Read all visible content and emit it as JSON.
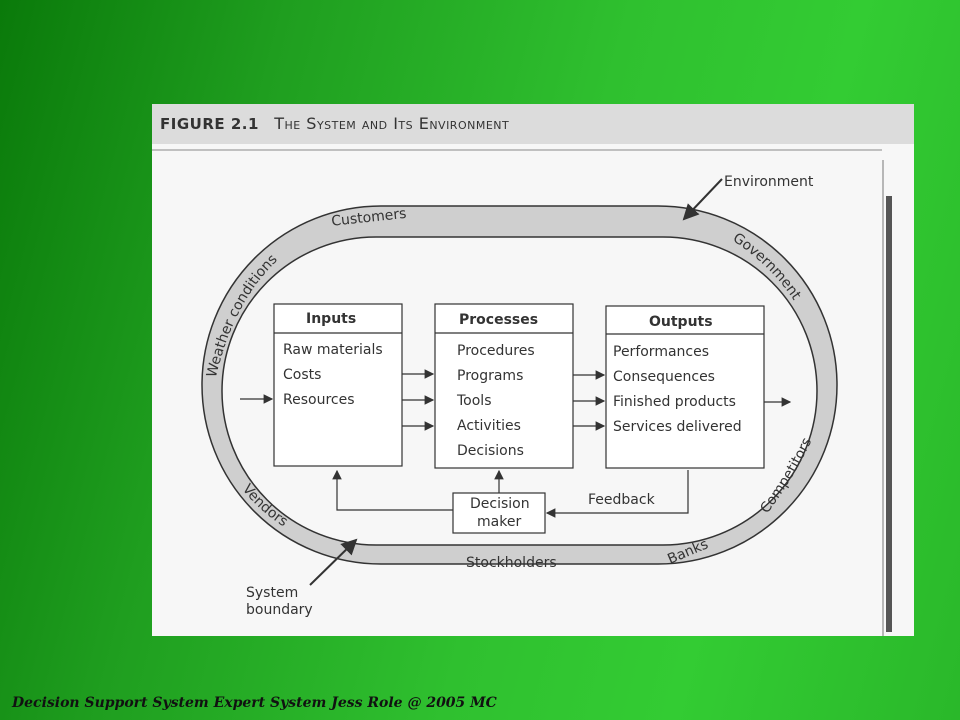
{
  "figure": {
    "number": "FIGURE 2.1",
    "title": "The System and Its Environment"
  },
  "diagram": {
    "environment_label": "Environment",
    "ring_labels": {
      "customers": "Customers",
      "government": "Government",
      "weather": "Weather conditions",
      "vendors": "Vendors",
      "stockholders": "Stockholders",
      "banks": "Banks",
      "competitors": "Competitors"
    },
    "boxes": {
      "inputs": {
        "title": "Inputs",
        "items": [
          "Raw materials",
          "Costs",
          "Resources"
        ]
      },
      "processes": {
        "title": "Processes",
        "items": [
          "Procedures",
          "Programs",
          "Tools",
          "Activities",
          "Decisions"
        ]
      },
      "outputs": {
        "title": "Outputs",
        "items": [
          "Performances",
          "Consequences",
          "Finished products",
          "Services delivered"
        ]
      }
    },
    "decision_maker": [
      "Decision",
      "maker"
    ],
    "feedback_label": "Feedback",
    "system_boundary": [
      "System",
      "boundary"
    ]
  },
  "footer": "Decision Support System Expert System Jess Role @ 2005 MC"
}
